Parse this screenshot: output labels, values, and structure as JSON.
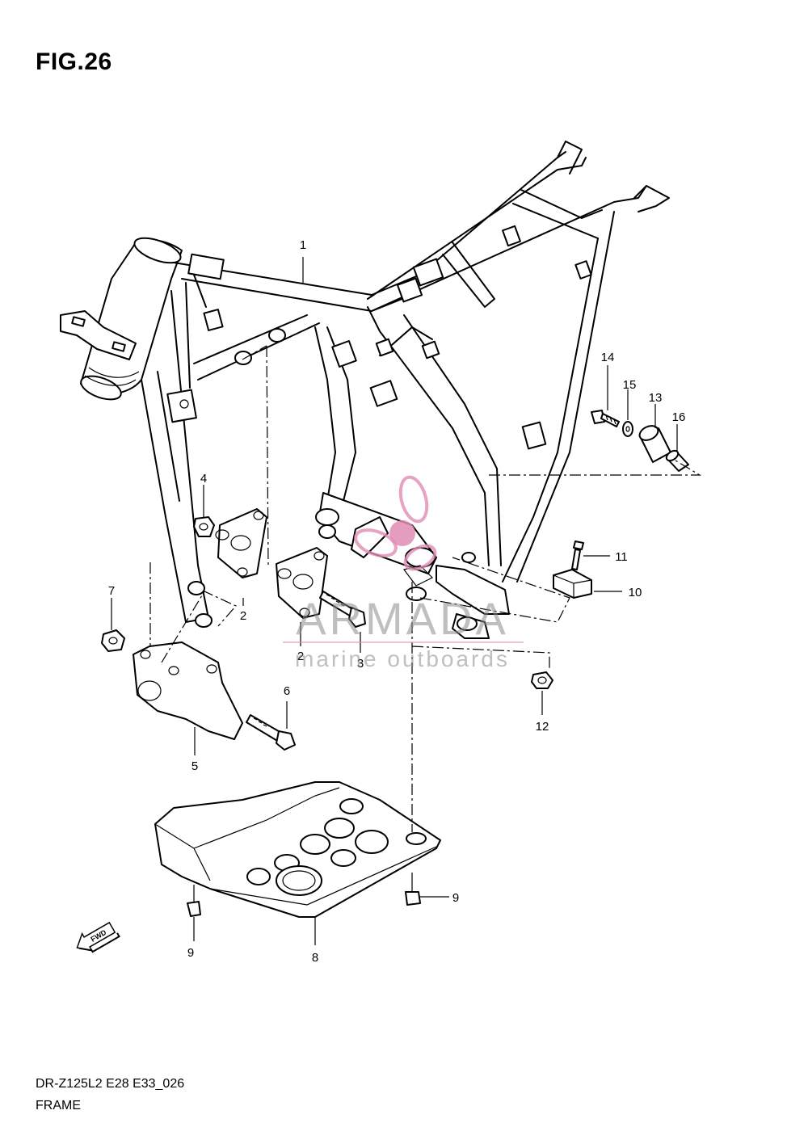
{
  "figure": {
    "title": "FIG.26"
  },
  "callouts": [
    {
      "num": "1"
    },
    {
      "num": "2"
    },
    {
      "num": "2"
    },
    {
      "num": "3"
    },
    {
      "num": "4"
    },
    {
      "num": "5"
    },
    {
      "num": "6"
    },
    {
      "num": "7"
    },
    {
      "num": "8"
    },
    {
      "num": "9"
    },
    {
      "num": "9"
    },
    {
      "num": "10"
    },
    {
      "num": "11"
    },
    {
      "num": "12"
    },
    {
      "num": "13"
    },
    {
      "num": "14"
    },
    {
      "num": "15"
    },
    {
      "num": "16"
    }
  ],
  "fwd_label": "FWD",
  "watermark": {
    "brand": "ARMADA",
    "tagline": "marine outboards",
    "accent_color": "#e08cb4",
    "text_color": "#8a8a8a"
  },
  "footer": {
    "code": "DR-Z125L2 E28 E33_026",
    "name": "FRAME"
  }
}
